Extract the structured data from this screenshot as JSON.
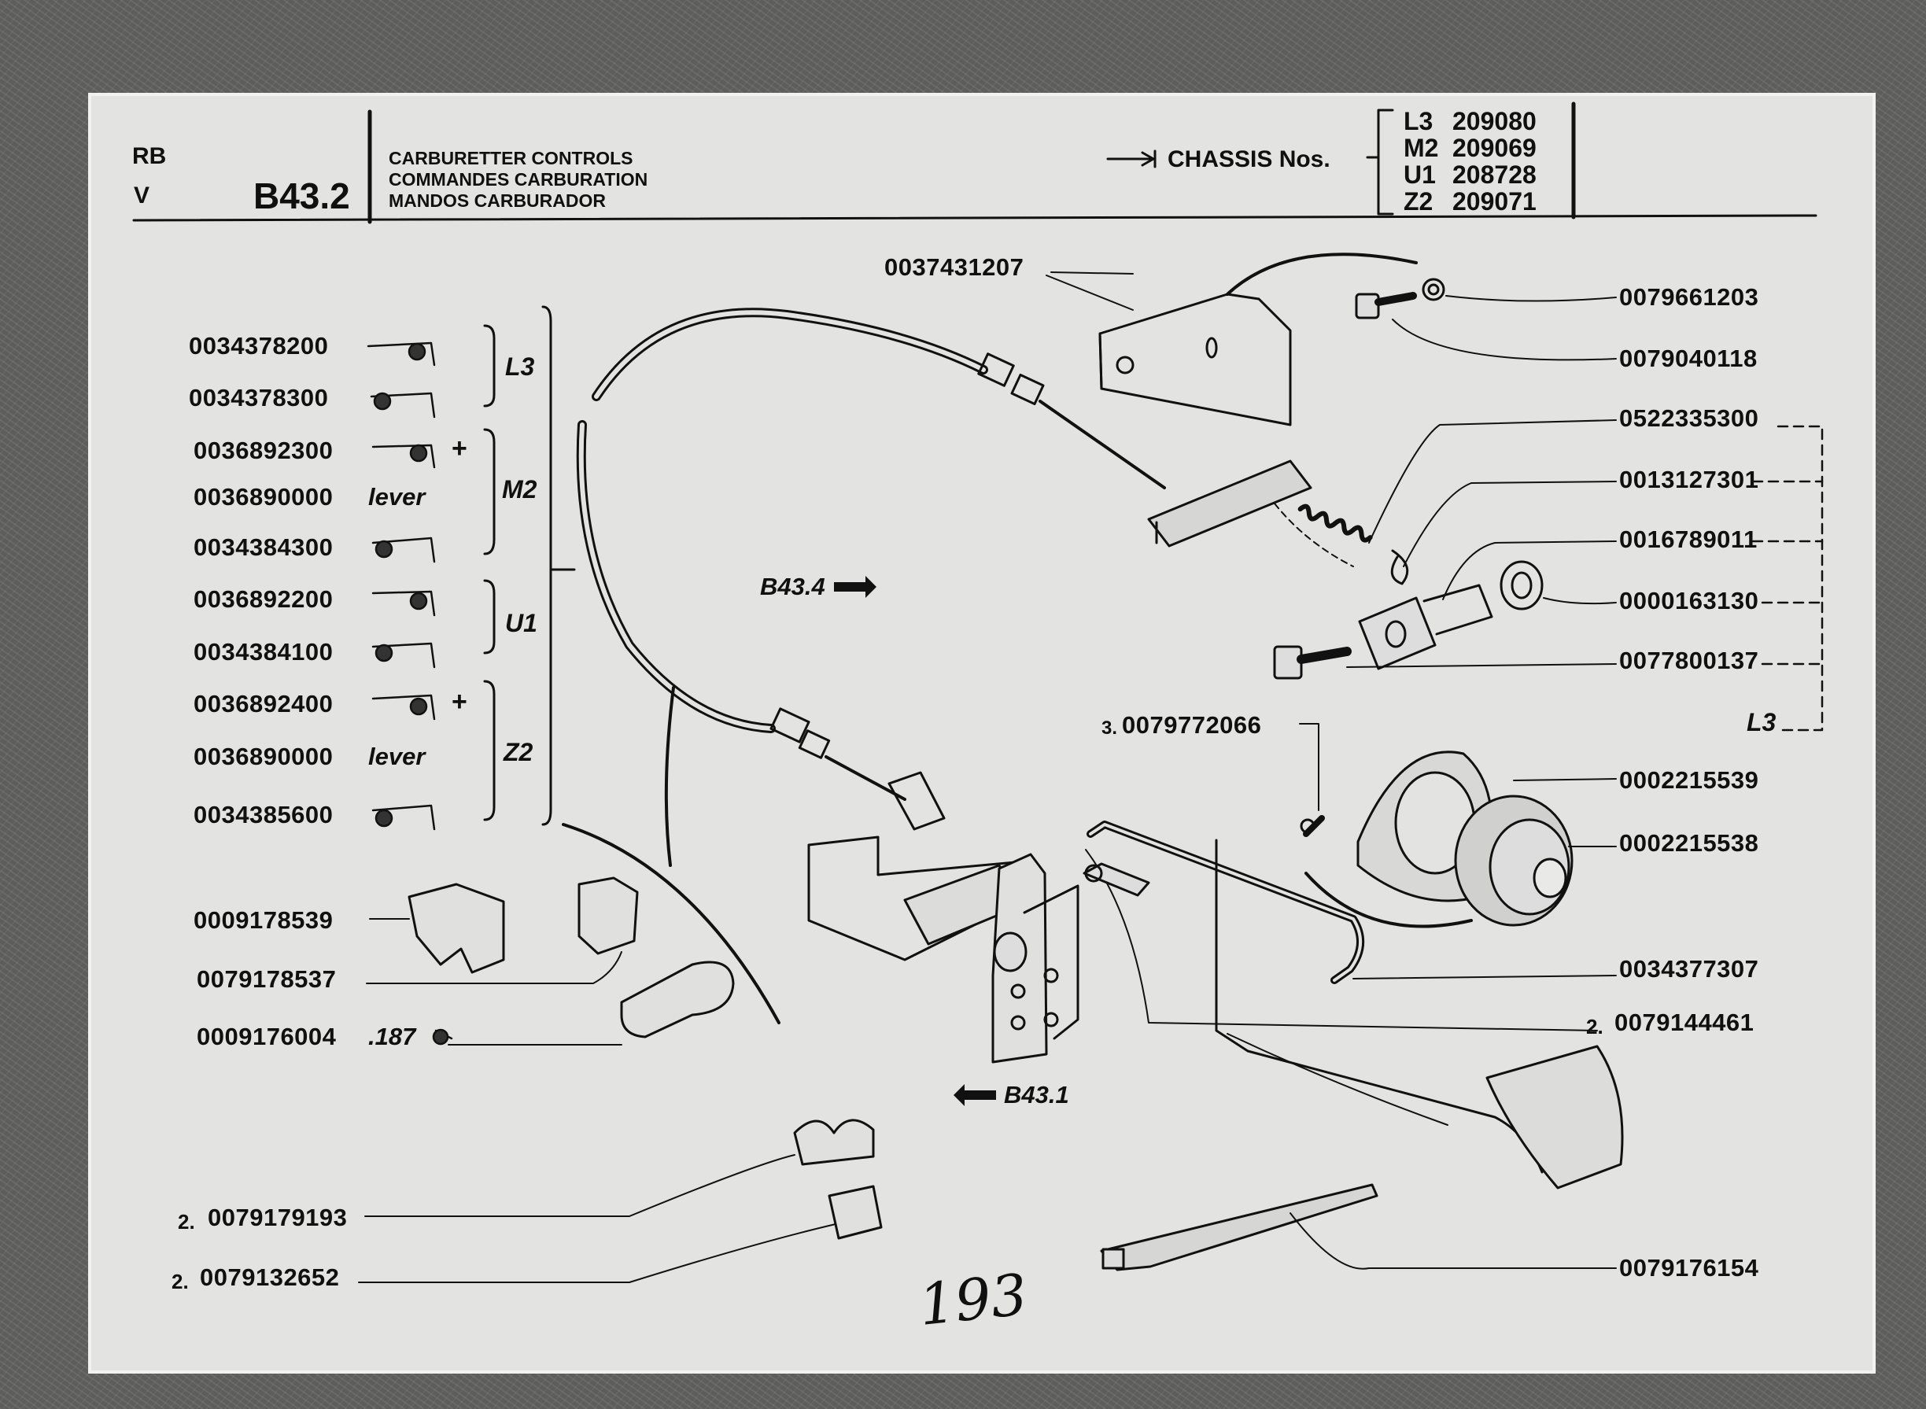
{
  "header": {
    "rb": "RB",
    "v": "V",
    "section": "B43.2",
    "titles": [
      "CARBURETTER CONTROLS",
      "COMMANDES CARBURATION",
      "MANDOS CARBURADOR"
    ],
    "chassis_label": "CHASSIS Nos.",
    "chassis": [
      {
        "model": "L3",
        "number": "209080"
      },
      {
        "model": "M2",
        "number": "209069"
      },
      {
        "model": "U1",
        "number": "208728"
      },
      {
        "model": "Z2",
        "number": "209071"
      }
    ]
  },
  "left_parts": [
    {
      "pn": "0034378200",
      "suffix": ""
    },
    {
      "pn": "0034378300",
      "suffix": ""
    },
    {
      "pn": "0036892300",
      "suffix": "+"
    },
    {
      "pn": "0036890000",
      "suffix": "lever"
    },
    {
      "pn": "0034384300",
      "suffix": ""
    },
    {
      "pn": "0036892200",
      "suffix": ""
    },
    {
      "pn": "0034384100",
      "suffix": ""
    },
    {
      "pn": "0036892400",
      "suffix": "+"
    },
    {
      "pn": "0036890000",
      "suffix": "lever"
    },
    {
      "pn": "0034385600",
      "suffix": ""
    }
  ],
  "groups": [
    "L3",
    "M2",
    "U1",
    "Z2"
  ],
  "clips": {
    "p1": "0009178539",
    "p2": "0079178537",
    "p3": "0009176004",
    "p3_note": ".187",
    "p4_qty": "2.",
    "p4": "0079179193",
    "p5_qty": "2.",
    "p5": "0079132652"
  },
  "right_parts": {
    "p0037431207": "0037431207",
    "p0079661203": "0079661203",
    "p0079040118": "0079040118",
    "p0522335300": "0522335300",
    "p0013127301": "0013127301",
    "p0016789011": "0016789011",
    "p0000163130": "0000163130",
    "p0077800137": "0077800137",
    "l3": "L3",
    "q0079772066": "3.",
    "p0079772066": "0079772066",
    "p0002215539": "0002215539",
    "p0002215538": "0002215538",
    "p0034377307": "0034377307",
    "q0079144461": "2.",
    "p0079144461": "0079144461",
    "p0079176154": "0079176154"
  },
  "refs": {
    "b434": "B43.4",
    "b431": "B43.1"
  },
  "page_number": "193"
}
